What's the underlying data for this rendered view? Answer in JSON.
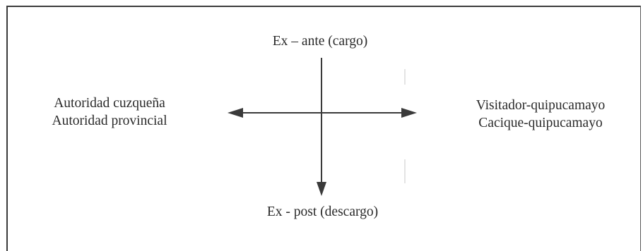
{
  "diagram": {
    "top_label": "Ex – ante (cargo)",
    "bottom_label": "Ex - post (descargo)",
    "left_lines": [
      "Autoridad cuzqueña",
      "Autoridad provincial"
    ],
    "right_lines": [
      "Visitador-quipucamayo",
      "Cacique-quipucamayo"
    ],
    "line_color": "#3a3a3a",
    "text_color": "#2a2a2a"
  }
}
